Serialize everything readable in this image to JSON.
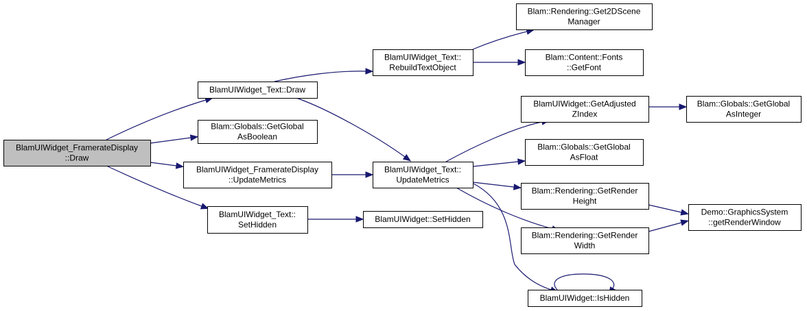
{
  "colors": {
    "edge": "#191970",
    "root_fill": "#bfbfbf",
    "node_fill": "#ffffff",
    "border": "#000000"
  },
  "nodes": [
    {
      "id": "n0",
      "lines": [
        "BlamUIWidget_FramerateDisplay",
        "::Draw"
      ],
      "root": true
    },
    {
      "id": "n1",
      "lines": [
        "BlamUIWidget_Text::Draw"
      ]
    },
    {
      "id": "n2",
      "lines": [
        "Blam::Globals::GetGlobal",
        "AsBoolean"
      ]
    },
    {
      "id": "n3",
      "lines": [
        "BlamUIWidget_FramerateDisplay",
        "::UpdateMetrics"
      ]
    },
    {
      "id": "n4",
      "lines": [
        "BlamUIWidget_Text::",
        "SetHidden"
      ]
    },
    {
      "id": "n5",
      "lines": [
        "BlamUIWidget_Text::",
        "RebuildTextObject"
      ]
    },
    {
      "id": "n6",
      "lines": [
        "BlamUIWidget_Text::",
        "UpdateMetrics"
      ]
    },
    {
      "id": "n7",
      "lines": [
        "BlamUIWidget::SetHidden"
      ]
    },
    {
      "id": "n8",
      "lines": [
        "Blam::Rendering::Get2DScene",
        "Manager"
      ]
    },
    {
      "id": "n9",
      "lines": [
        "Blam::Content::Fonts",
        "::GetFont"
      ]
    },
    {
      "id": "n10",
      "lines": [
        "BlamUIWidget::GetAdjusted",
        "ZIndex"
      ]
    },
    {
      "id": "n11",
      "lines": [
        "Blam::Globals::GetGlobal",
        "AsFloat"
      ]
    },
    {
      "id": "n12",
      "lines": [
        "Blam::Rendering::GetRender",
        "Height"
      ]
    },
    {
      "id": "n13",
      "lines": [
        "Blam::Rendering::GetRender",
        "Width"
      ]
    },
    {
      "id": "n14",
      "lines": [
        "BlamUIWidget::IsHidden"
      ]
    },
    {
      "id": "n15",
      "lines": [
        "Blam::Globals::GetGlobal",
        "AsInteger"
      ]
    },
    {
      "id": "n16",
      "lines": [
        "Demo::GraphicsSystem",
        "::getRenderWindow"
      ]
    }
  ],
  "edges": [
    {
      "from": "n0",
      "to": "n1"
    },
    {
      "from": "n0",
      "to": "n2"
    },
    {
      "from": "n0",
      "to": "n3"
    },
    {
      "from": "n0",
      "to": "n4"
    },
    {
      "from": "n1",
      "to": "n5"
    },
    {
      "from": "n1",
      "to": "n6"
    },
    {
      "from": "n3",
      "to": "n6"
    },
    {
      "from": "n4",
      "to": "n7"
    },
    {
      "from": "n5",
      "to": "n8"
    },
    {
      "from": "n5",
      "to": "n9"
    },
    {
      "from": "n6",
      "to": "n10"
    },
    {
      "from": "n6",
      "to": "n11"
    },
    {
      "from": "n6",
      "to": "n12"
    },
    {
      "from": "n6",
      "to": "n13"
    },
    {
      "from": "n6",
      "to": "n14"
    },
    {
      "from": "n10",
      "to": "n15"
    },
    {
      "from": "n12",
      "to": "n16"
    },
    {
      "from": "n13",
      "to": "n16"
    },
    {
      "from": "n14",
      "to": "n14"
    }
  ]
}
